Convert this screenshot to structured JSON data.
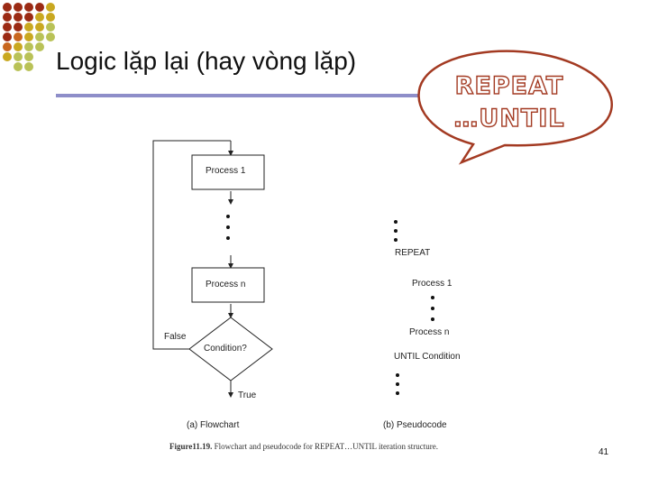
{
  "slide": {
    "title": "Logic lặp lại (hay vòng lặp)",
    "page_number": "41",
    "colors": {
      "accent_rule": "#8e8ec9",
      "dot_dark_red": "#9b2a14",
      "dot_orange": "#c8661e",
      "dot_gold": "#c9a820",
      "dot_olive": "#b9c257",
      "callout_border": "#a33a22"
    }
  },
  "callout": {
    "line1": "REPEAT",
    "line2": "…UNTIL"
  },
  "flowchart": {
    "process1": "Process 1",
    "processn": "Process n",
    "condition": "Condition?",
    "false_label": "False",
    "true_label": "True",
    "caption": "(a) Flowchart"
  },
  "pseudocode": {
    "repeat": "REPEAT",
    "process1": "Process 1",
    "processn": "Process n",
    "until": "UNTIL Condition",
    "caption": "(b) Pseudocode"
  },
  "figure": {
    "number": "Figure11.19.",
    "text": "Flowchart and pseudocode for REPEAT…UNTIL iteration structure."
  }
}
